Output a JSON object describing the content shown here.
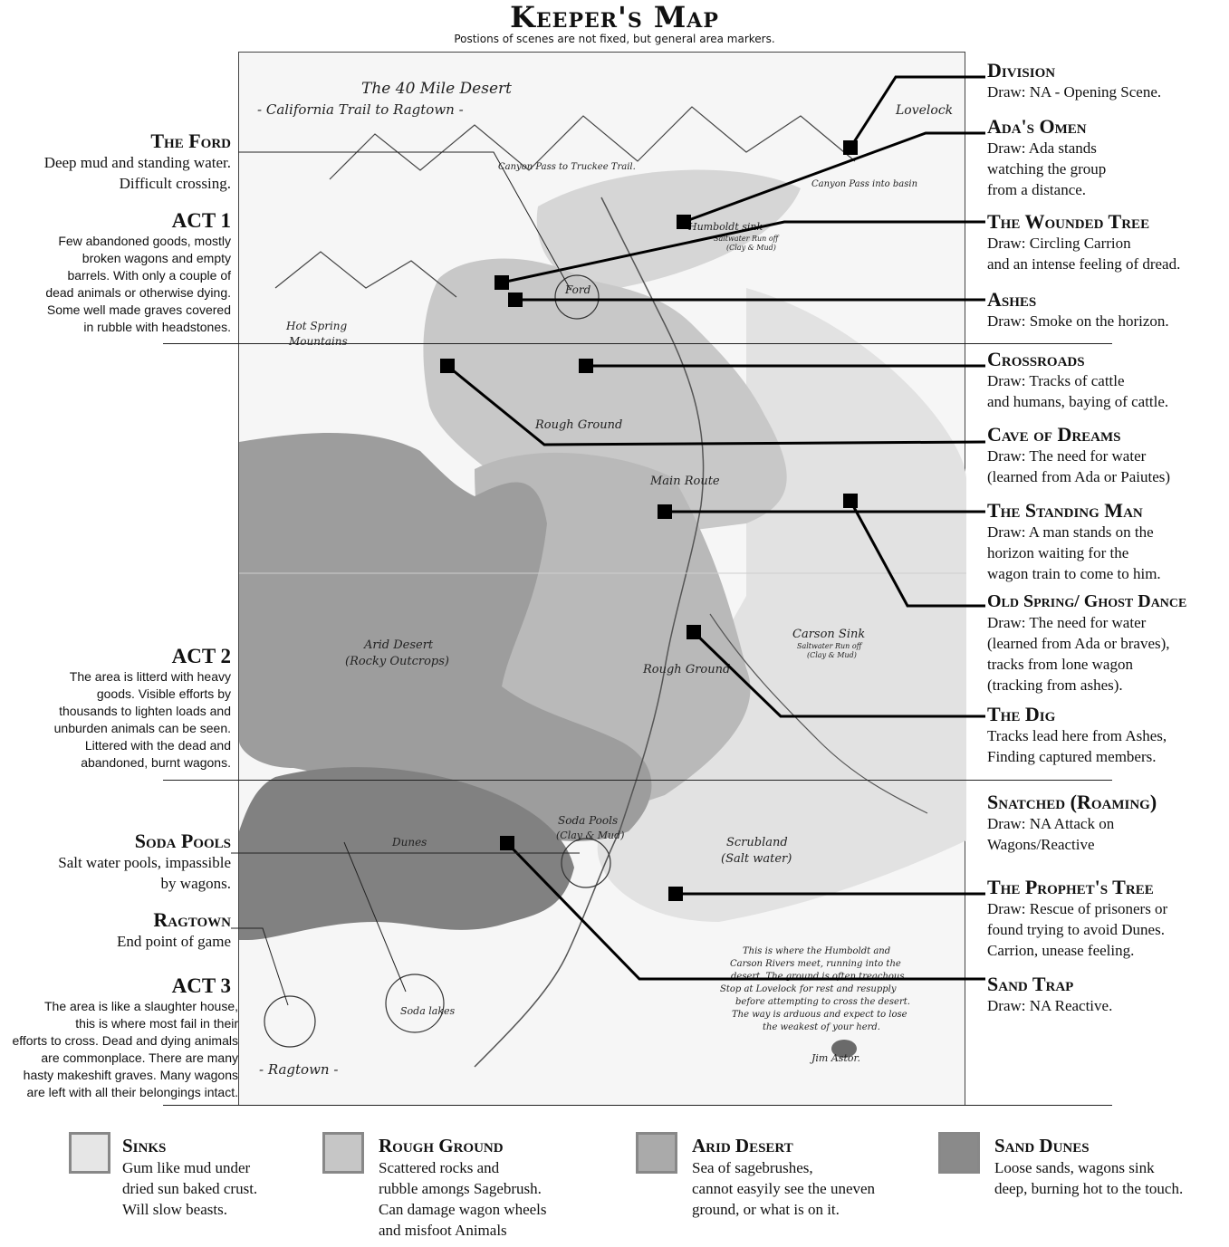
{
  "header": {
    "title": "Keeper's Map",
    "subtitle": "Postions of scenes are not fixed, but general area markers."
  },
  "map_labels": {
    "map_title_1": "The 40 Mile Desert",
    "map_title_2": "- California Trail to Ragtown -",
    "lovelock": "Lovelock",
    "canyon_truckee": "Canyon Pass to Truckee Trail.",
    "canyon_basin": "Canyon Pass into basin",
    "humboldt_sink": "Humboldt sink",
    "humboldt_sub": "Saltwater Run off",
    "humboldt_sub2": "(Clay & Mud)",
    "ford": "Ford",
    "hot_spring_1": "Hot Spring",
    "hot_spring_2": "Mountains",
    "rough_ground_1": "Rough Ground",
    "main_route": "Main Route",
    "arid_desert_1": "Arid Desert",
    "arid_desert_2": "(Rocky Outcrops)",
    "rough_ground_2": "Rough Ground",
    "carson_sink": "Carson Sink",
    "carson_sub": "Saltwater Run off",
    "carson_sub2": "(Clay & Mud)",
    "dunes": "Dunes",
    "soda_pools_1": "Soda Pools",
    "soda_pools_2": "(Clay & Mud)",
    "scrubland_1": "Scrubland",
    "scrubland_2": "(Salt water)",
    "soda_lakes": "Soda lakes",
    "ragtown": "- Ragtown -",
    "note_lines": [
      "This is where the Humboldt and",
      "Carson Rivers meet, running into the",
      "desert. The ground is often treachous.",
      "Stop at Lovelock for rest and resupply",
      "before attempting to cross the desert.",
      "The way is arduous and expect to lose",
      "the weakest of your herd."
    ],
    "note_sign": "Jim Astor."
  },
  "left_notes": {
    "ford": {
      "title": "The Ford",
      "lines": [
        "Deep mud and standing water.",
        "Difficult crossing."
      ]
    },
    "act1": {
      "title": "ACT 1",
      "lines": [
        "Few abandoned goods, mostly",
        "broken wagons and empty",
        "barrels.  With only a couple of",
        "dead animals or otherwise dying.",
        "Some well made graves covered",
        "in rubble with headstones."
      ]
    },
    "act2": {
      "title": "ACT 2",
      "lines": [
        "The area is litterd with heavy",
        "goods. Visible efforts by",
        "thousands to lighten loads and",
        "unburden animals can be seen.",
        "Littered with the dead and",
        "abandoned, burnt wagons."
      ]
    },
    "soda": {
      "title": "Soda Pools",
      "lines": [
        "Salt water pools, impassible",
        "by wagons."
      ]
    },
    "ragtown": {
      "title": "Ragtown",
      "lines": [
        "End point of game"
      ]
    },
    "act3": {
      "title": "ACT 3",
      "lines": [
        "The area is like a slaughter house,",
        "this is where most fail in their",
        "efforts to cross. Dead and dying animals",
        "are commonplace. There are many",
        "hasty makeshift graves. Many wagons",
        "are left with all their belongings intact."
      ]
    }
  },
  "right_notes": [
    {
      "title": "Division",
      "lines": [
        "Draw: NA - Opening Scene."
      ]
    },
    {
      "title": "Ada's Omen",
      "lines": [
        "Draw: Ada stands",
        "watching the group",
        "from a distance."
      ]
    },
    {
      "title": "The Wounded Tree",
      "lines": [
        "Draw: Circling Carrion",
        "and an intense feeling of dread."
      ]
    },
    {
      "title": "Ashes",
      "lines": [
        "Draw: Smoke on the horizon."
      ]
    },
    {
      "title": "Crossroads",
      "lines": [
        "Draw: Tracks of cattle",
        "and humans, baying of cattle."
      ]
    },
    {
      "title": "Cave of Dreams",
      "lines": [
        "Draw: The need for water",
        "(learned from Ada or Paiutes)"
      ]
    },
    {
      "title": "The  Standing Man",
      "lines": [
        "Draw: A man stands on the",
        "horizon waiting for the",
        "wagon train to come to him."
      ]
    },
    {
      "title": "Old Spring/ Ghost Dance",
      "lines": [
        "Draw: The need for water",
        "(learned from Ada or braves),",
        "tracks from lone wagon",
        "(tracking from ashes)."
      ]
    },
    {
      "title": "The Dig",
      "lines": [
        "Tracks lead here from Ashes,",
        "Finding captured members."
      ]
    },
    {
      "title": "Snatched (Roaming)",
      "lines": [
        "Draw: NA Attack on",
        "Wagons/Reactive"
      ]
    },
    {
      "title": "The Prophet's Tree",
      "lines": [
        "Draw: Rescue of prisoners or",
        "found trying to avoid Dunes.",
        "Carrion, unease feeling."
      ]
    },
    {
      "title": "Sand Trap",
      "lines": [
        "Draw: NA Reactive."
      ]
    }
  ],
  "legend": [
    {
      "title": "Sinks",
      "color": "#e6e6e6",
      "lines": [
        "Gum like mud under",
        "dried sun baked crust.",
        "Will slow beasts."
      ]
    },
    {
      "title": "Rough Ground",
      "color": "#c6c6c6",
      "lines": [
        "Scattered rocks and",
        "rubble amongs Sagebrush.",
        "Can damage wagon wheels",
        "and misfoot Animals"
      ]
    },
    {
      "title": "Arid Desert",
      "color": "#aaaaaa",
      "lines": [
        "Sea of sagebrushes,",
        "cannot easyily see the uneven",
        "ground, or what is on it."
      ]
    },
    {
      "title": "Sand Dunes",
      "color": "#8a8a8a",
      "lines": [
        "Loose sands, wagons sink",
        "deep, burning hot to the touch."
      ]
    }
  ]
}
